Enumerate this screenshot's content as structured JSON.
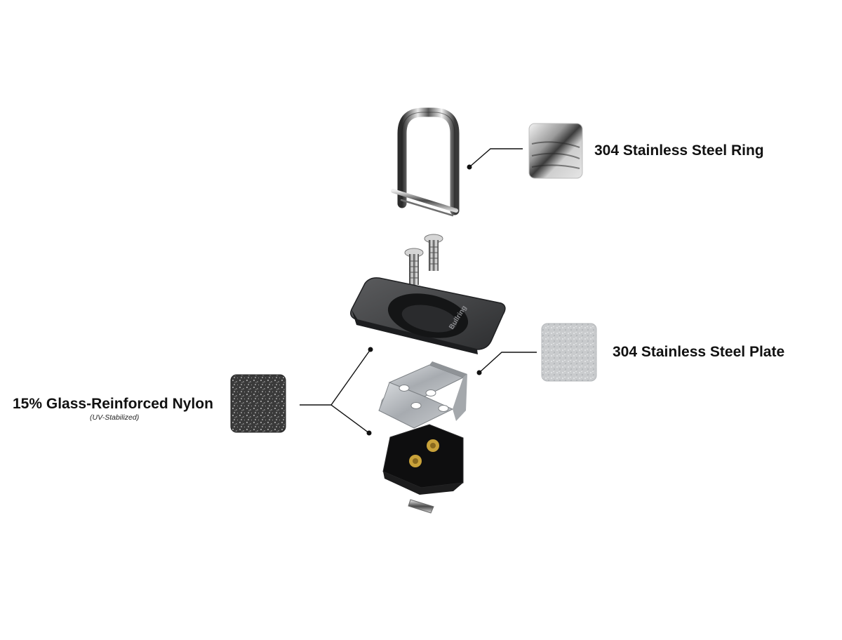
{
  "callouts": {
    "ring": {
      "material": "304 Stainless Steel Ring"
    },
    "plate": {
      "material": "304 Stainless Steel Plate"
    },
    "nylon": {
      "material": "15% Glass-Reinforced Nylon",
      "note": "(UV-Stabilized)"
    }
  },
  "base_plate_brand": "Bullring",
  "colors": {
    "background": "#ffffff",
    "leader_line": "#111111",
    "base_plate": "#3a3b3d",
    "nylon_block": "#111111",
    "brass_insert": "#c9a23a",
    "steel": "#b8bcc0"
  }
}
